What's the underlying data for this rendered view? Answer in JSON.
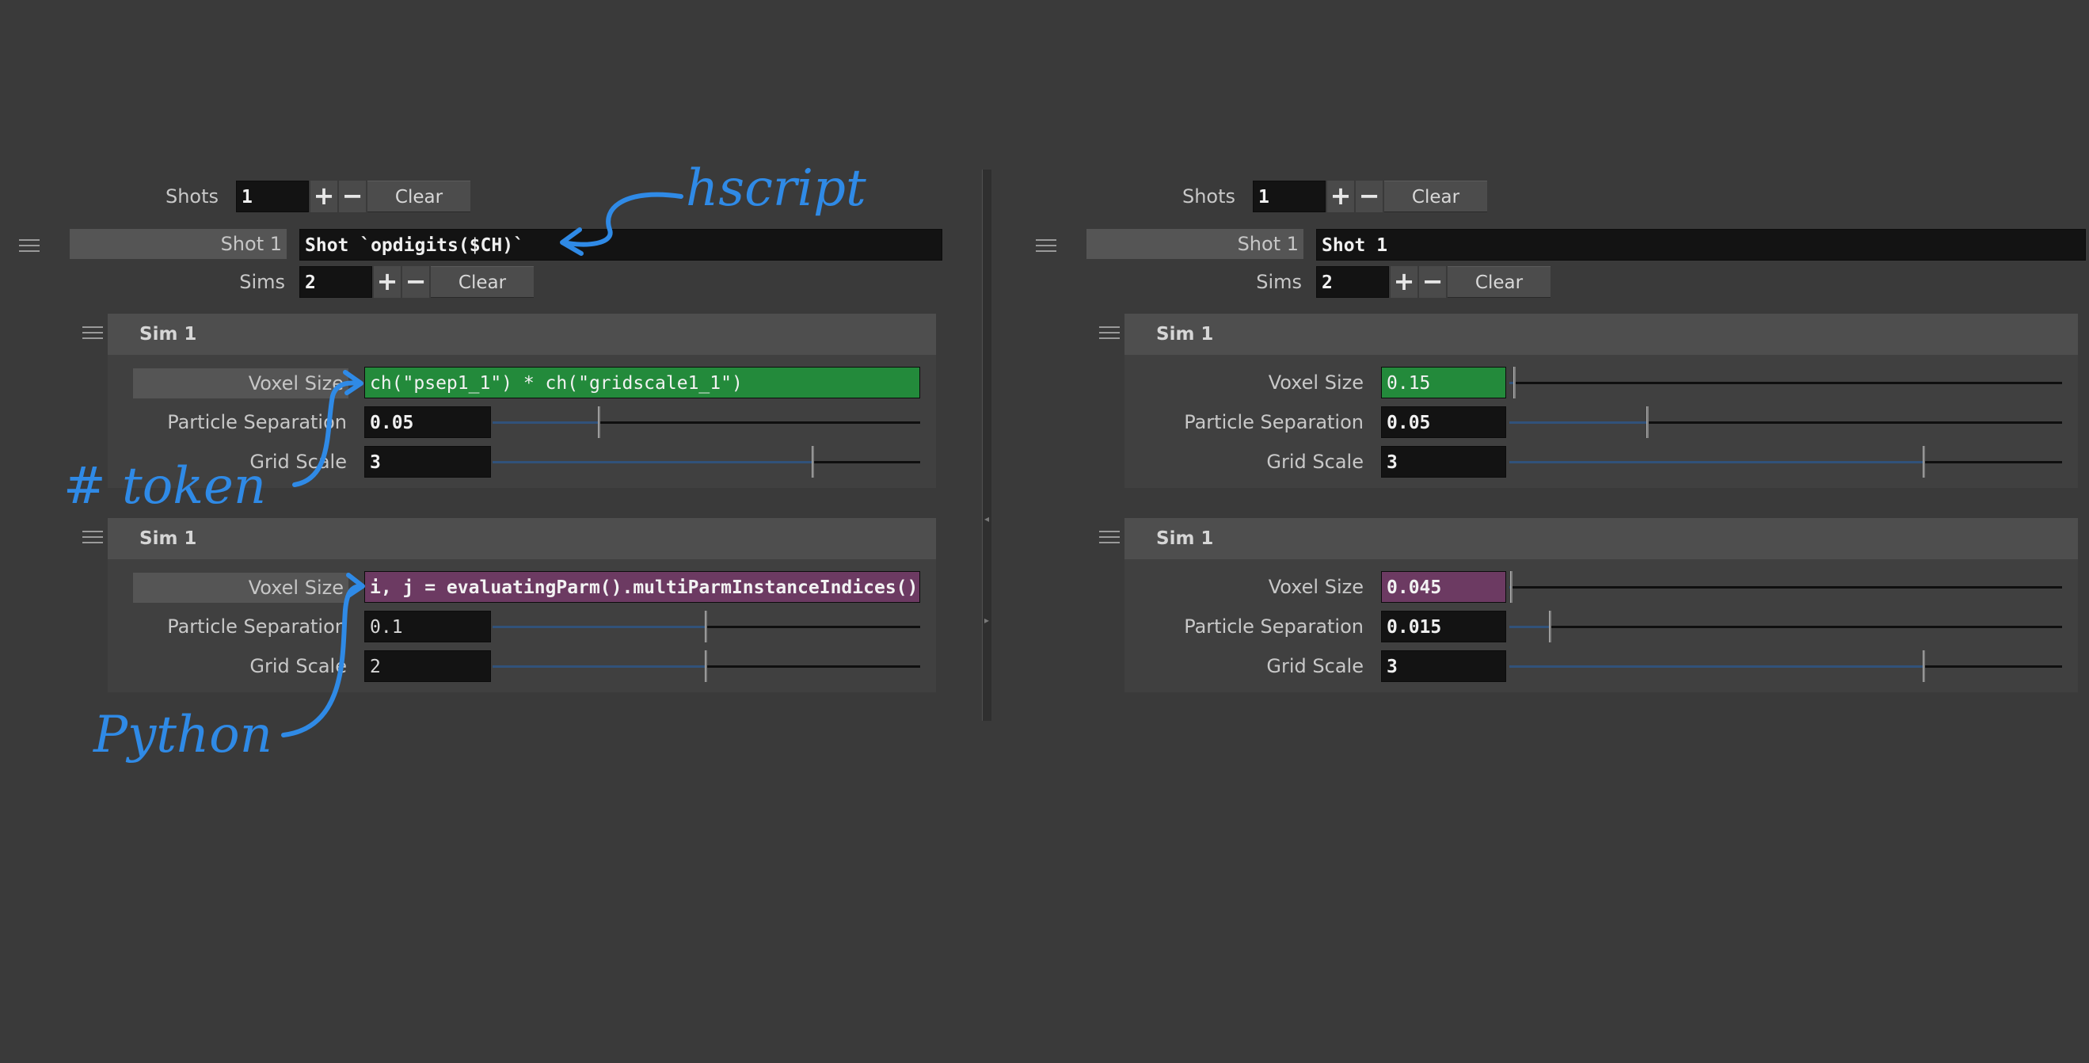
{
  "annotations": {
    "hscript": "hscript",
    "token": "# token",
    "python": "Python"
  },
  "left": {
    "shots_label": "Shots",
    "shots_value": "1",
    "plus": "+",
    "minus": "−",
    "clear": "Clear",
    "shot_label": "Shot 1",
    "shot_value": "Shot `opdigits($CH)`",
    "sims_label": "Sims",
    "sims_value": "2",
    "sims": [
      {
        "title": "Sim 1",
        "voxel_label": "Voxel Size",
        "voxel_value": "ch(\"psep1_1\") * ch(\"gridscale1_1\")",
        "psep_label": "Particle Separation",
        "psep_value": "0.05",
        "psep_slider": 0.25,
        "grid_label": "Grid Scale",
        "grid_value": "3",
        "grid_slider": 0.75
      },
      {
        "title": "Sim 1",
        "voxel_label": "Voxel Size",
        "voxel_value": "i, j = evaluatingParm().multiParmInstanceIndices()",
        "psep_label": "Particle Separation",
        "psep_value": "0.1",
        "psep_slider": 0.5,
        "grid_label": "Grid Scale",
        "grid_value": "2",
        "grid_slider": 0.5
      }
    ]
  },
  "right": {
    "shots_label": "Shots",
    "shots_value": "1",
    "plus": "+",
    "minus": "−",
    "clear": "Clear",
    "shot_label": "Shot 1",
    "shot_value": "Shot 1",
    "sims_label": "Sims",
    "sims_value": "2",
    "sims": [
      {
        "title": "Sim 1",
        "voxel_label": "Voxel Size",
        "voxel_value": "0.15",
        "voxel_slider": 0.01,
        "psep_label": "Particle Separation",
        "psep_value": "0.05",
        "psep_slider": 0.25,
        "grid_label": "Grid Scale",
        "grid_value": "3",
        "grid_slider": 0.75
      },
      {
        "title": "Sim 1",
        "voxel_label": "Voxel Size",
        "voxel_value": "0.045",
        "voxel_slider": 0.005,
        "psep_label": "Particle Separation",
        "psep_value": "0.015",
        "psep_slider": 0.075,
        "grid_label": "Grid Scale",
        "grid_value": "3",
        "grid_slider": 0.75
      }
    ]
  },
  "colors": {
    "expression_green": "#238a3b",
    "python_purple": "#6c3a62",
    "annotation_blue": "#2f8ae6"
  }
}
